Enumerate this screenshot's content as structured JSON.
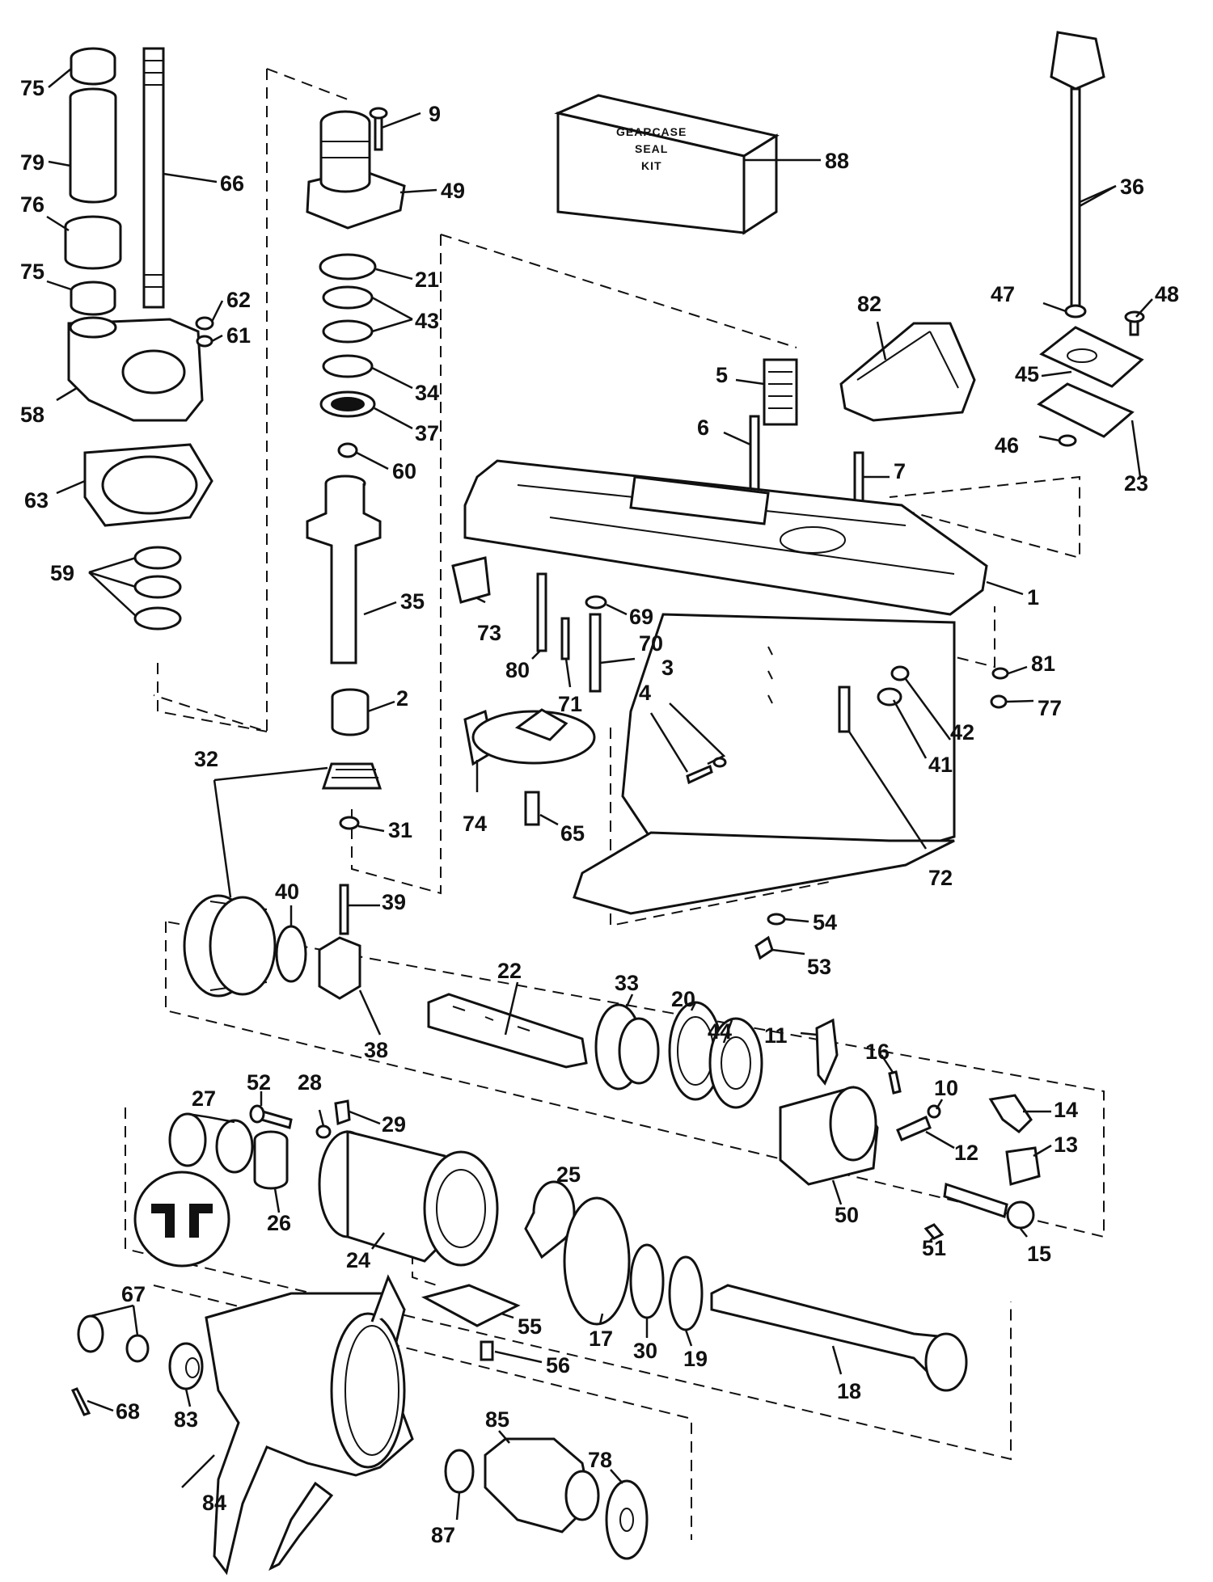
{
  "kit_box": {
    "line1": "GEARCASE",
    "line2": "SEAL",
    "line3": "KIT"
  },
  "callouts": [
    {
      "id": "75a",
      "label": "75"
    },
    {
      "id": "79",
      "label": "79"
    },
    {
      "id": "66",
      "label": "66"
    },
    {
      "id": "76",
      "label": "76"
    },
    {
      "id": "75b",
      "label": "75"
    },
    {
      "id": "62",
      "label": "62"
    },
    {
      "id": "61",
      "label": "61"
    },
    {
      "id": "58",
      "label": "58"
    },
    {
      "id": "63",
      "label": "63"
    },
    {
      "id": "59",
      "label": "59"
    },
    {
      "id": "9",
      "label": "9"
    },
    {
      "id": "49",
      "label": "49"
    },
    {
      "id": "21",
      "label": "21"
    },
    {
      "id": "43",
      "label": "43"
    },
    {
      "id": "34",
      "label": "34"
    },
    {
      "id": "37",
      "label": "37"
    },
    {
      "id": "60",
      "label": "60"
    },
    {
      "id": "35",
      "label": "35"
    },
    {
      "id": "2",
      "label": "2"
    },
    {
      "id": "32",
      "label": "32"
    },
    {
      "id": "31",
      "label": "31"
    },
    {
      "id": "88",
      "label": "88"
    },
    {
      "id": "36",
      "label": "36"
    },
    {
      "id": "47",
      "label": "47"
    },
    {
      "id": "48",
      "label": "48"
    },
    {
      "id": "82",
      "label": "82"
    },
    {
      "id": "45",
      "label": "45"
    },
    {
      "id": "5",
      "label": "5"
    },
    {
      "id": "6",
      "label": "6"
    },
    {
      "id": "7",
      "label": "7"
    },
    {
      "id": "46",
      "label": "46"
    },
    {
      "id": "23",
      "label": "23"
    },
    {
      "id": "1",
      "label": "1"
    },
    {
      "id": "73",
      "label": "73"
    },
    {
      "id": "69",
      "label": "69"
    },
    {
      "id": "70",
      "label": "70"
    },
    {
      "id": "80",
      "label": "80"
    },
    {
      "id": "71",
      "label": "71"
    },
    {
      "id": "3",
      "label": "3"
    },
    {
      "id": "4",
      "label": "4"
    },
    {
      "id": "81",
      "label": "81"
    },
    {
      "id": "77",
      "label": "77"
    },
    {
      "id": "42",
      "label": "42"
    },
    {
      "id": "41",
      "label": "41"
    },
    {
      "id": "74",
      "label": "74"
    },
    {
      "id": "65",
      "label": "65"
    },
    {
      "id": "72",
      "label": "72"
    },
    {
      "id": "54",
      "label": "54"
    },
    {
      "id": "53",
      "label": "53"
    },
    {
      "id": "40",
      "label": "40"
    },
    {
      "id": "39",
      "label": "39"
    },
    {
      "id": "38",
      "label": "38"
    },
    {
      "id": "22",
      "label": "22"
    },
    {
      "id": "33",
      "label": "33"
    },
    {
      "id": "20",
      "label": "20"
    },
    {
      "id": "44",
      "label": "44"
    },
    {
      "id": "11",
      "label": "11"
    },
    {
      "id": "16",
      "label": "16"
    },
    {
      "id": "10",
      "label": "10"
    },
    {
      "id": "14",
      "label": "14"
    },
    {
      "id": "13",
      "label": "13"
    },
    {
      "id": "12",
      "label": "12"
    },
    {
      "id": "27",
      "label": "27"
    },
    {
      "id": "52",
      "label": "52"
    },
    {
      "id": "28",
      "label": "28"
    },
    {
      "id": "29",
      "label": "29"
    },
    {
      "id": "26",
      "label": "26"
    },
    {
      "id": "24",
      "label": "24"
    },
    {
      "id": "25",
      "label": "25"
    },
    {
      "id": "50",
      "label": "50"
    },
    {
      "id": "51",
      "label": "51"
    },
    {
      "id": "15",
      "label": "15"
    },
    {
      "id": "55",
      "label": "55"
    },
    {
      "id": "17",
      "label": "17"
    },
    {
      "id": "30",
      "label": "30"
    },
    {
      "id": "19",
      "label": "19"
    },
    {
      "id": "56",
      "label": "56"
    },
    {
      "id": "18",
      "label": "18"
    },
    {
      "id": "67",
      "label": "67"
    },
    {
      "id": "68",
      "label": "68"
    },
    {
      "id": "83",
      "label": "83"
    },
    {
      "id": "85",
      "label": "85"
    },
    {
      "id": "78",
      "label": "78"
    },
    {
      "id": "84",
      "label": "84"
    },
    {
      "id": "87",
      "label": "87"
    }
  ]
}
